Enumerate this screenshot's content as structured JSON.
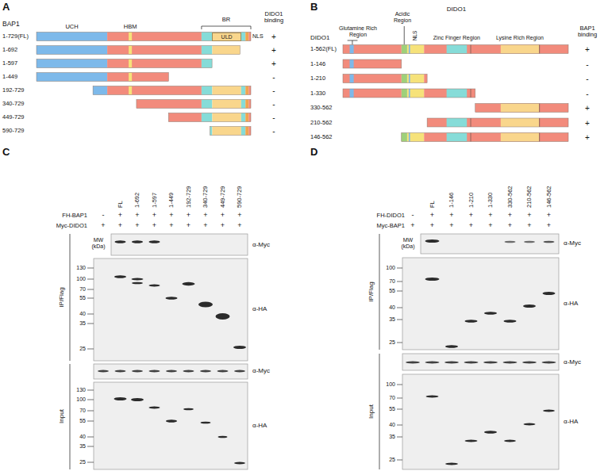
{
  "diagram": {
    "nodes": [
      {
        "text": [
          "ULD"
        ]
      }
    ],
    "labels": [
      "A",
      "BAP1",
      "UCH",
      "HBM",
      "BR",
      "NLS",
      "DIDO1 binding",
      "1-729(FL)",
      "1-692",
      "1-597",
      "1-449",
      "192-729",
      "340-729",
      "449-729",
      "590-729",
      "+",
      "+",
      "+",
      "-",
      "-",
      "-",
      "-",
      "-",
      "B",
      "DIDO1",
      "Glutamine Rich Region",
      "Acidic Region",
      "NLS",
      "Zinc Finger Region",
      "Lysine Rich Region",
      "DIDO1",
      "BAP1 binding",
      "1-562(FL)",
      "1-146",
      "1-210",
      "1-330",
      "330-562",
      "210-562",
      "146-562",
      "+",
      "-",
      "-",
      "-",
      "+",
      "+",
      "+",
      "C",
      "FL",
      "1-692",
      "1-597",
      "1-449",
      "192-729",
      "340-729",
      "449-729",
      "590-729",
      "FH-BAP1",
      "Myc-DIDO1",
      "-",
      "+",
      "+",
      "+",
      "+",
      "+",
      "+",
      "+",
      "+",
      "+",
      "+",
      "+",
      "+",
      "+",
      "+",
      "+",
      "+",
      "+",
      "MW (kDa)",
      "α-Myc",
      "130",
      "100",
      "70",
      "55",
      "40",
      "35",
      "25",
      "α-HA",
      "α-Myc",
      "130",
      "100",
      "70",
      "55",
      "40",
      "35",
      "25",
      "α-HA",
      "IP/Flag",
      "Input",
      "D",
      "FL",
      "1-146",
      "1-210",
      "1-330",
      "330-562",
      "210-562",
      "146-562",
      "FH-DIDO1",
      "Myc-BAP1",
      "-",
      "+",
      "+",
      "+",
      "+",
      "+",
      "+",
      "+",
      "+",
      "+",
      "+",
      "+",
      "+",
      "+",
      "+",
      "+",
      "MW (kDa)",
      "α-Myc",
      "100",
      "70",
      "55",
      "40",
      "35",
      "25",
      "α-HA",
      "α-Myc",
      "100",
      "70",
      "55",
      "40",
      "35",
      "25",
      "α-HA",
      "IP/Flag",
      "Input"
    ]
  }
}
